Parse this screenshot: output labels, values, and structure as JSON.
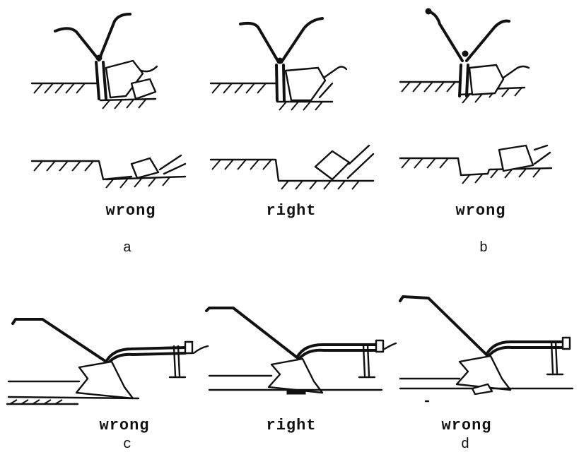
{
  "figure": {
    "top_row": {
      "captions": [
        "wrong",
        "right",
        "wrong"
      ],
      "group_labels": [
        "a",
        "b"
      ]
    },
    "bottom_row": {
      "captions": [
        "wrong",
        "right",
        "wrong"
      ],
      "group_labels": [
        "c",
        "d"
      ]
    }
  }
}
